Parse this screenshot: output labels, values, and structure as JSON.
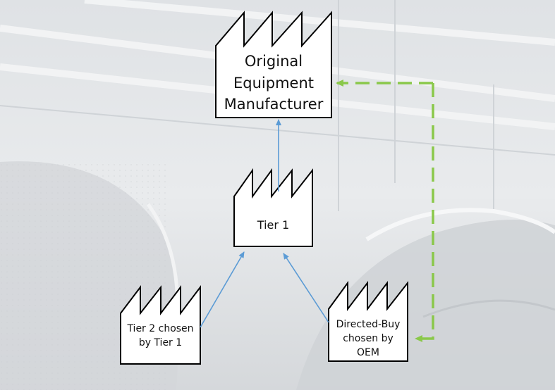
{
  "nodes": {
    "oem": {
      "lines": [
        "Original",
        "Equipment",
        "Manufacturer"
      ]
    },
    "tier1": {
      "lines": [
        "Tier 1"
      ]
    },
    "tier2": {
      "lines": [
        "Tier 2 chosen",
        "by Tier 1"
      ]
    },
    "directed_buy": {
      "lines": [
        "Directed-Buy",
        "chosen by",
        "OEM"
      ]
    }
  },
  "colors": {
    "arrow_blue": "#5b9bd5",
    "dashed_green": "#8ac84a",
    "factory_stroke": "#000000",
    "factory_fill": "#ffffff"
  }
}
